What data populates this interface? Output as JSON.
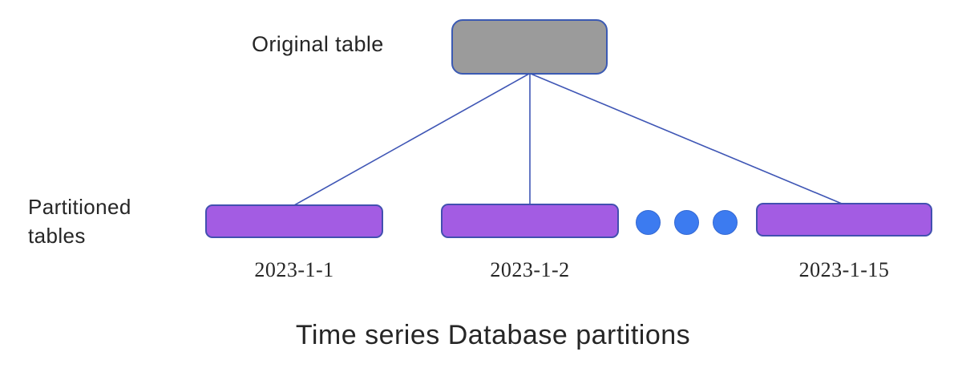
{
  "diagram": {
    "title": "Time series Database partitions",
    "original_table": {
      "label": "Original table"
    },
    "partitioned_group": {
      "label": "Partitioned tables"
    },
    "partitions": [
      {
        "date": "2023-1-1"
      },
      {
        "date": "2023-1-2"
      },
      {
        "date": "2023-1-15"
      }
    ],
    "ellipsis": {
      "dot_count": 3
    },
    "colors": {
      "bg_color": "#ffffff",
      "text_color": "#262626",
      "connector_color": "#3f56b5",
      "original_fill": "#9b9b9b",
      "original_border": "#3b5ab3",
      "partition_fill": "#a35ce3",
      "partition_border": "#4250b0",
      "dot_fill": "#3c7bf0",
      "dot_border": "#3569d2"
    }
  }
}
